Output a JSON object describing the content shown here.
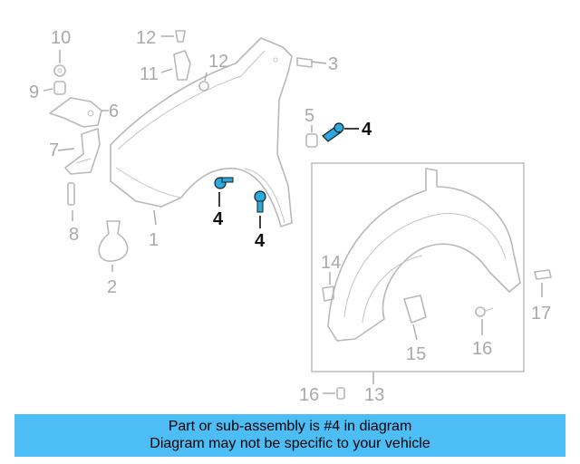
{
  "callouts": {
    "c10": "10",
    "c12a": "12",
    "c3": "3",
    "c11": "11",
    "c12b": "12",
    "c9": "9",
    "c6": "6",
    "c5": "5",
    "c4a": "4",
    "c7": "7",
    "c4b": "4",
    "c4c": "4",
    "c8": "8",
    "c1": "1",
    "c2": "2",
    "c14": "14",
    "c17": "17",
    "c15": "15",
    "c16a": "16",
    "c16b": "16",
    "c13": "13"
  },
  "banner": {
    "line1": "Part or sub-assembly is #4 in diagram",
    "line2": "Diagram may not be specific to your vehicle",
    "background": "#4cbdf5"
  },
  "colors": {
    "highlight_part": "#29a9e0",
    "line_art": "#b8b8b8"
  }
}
